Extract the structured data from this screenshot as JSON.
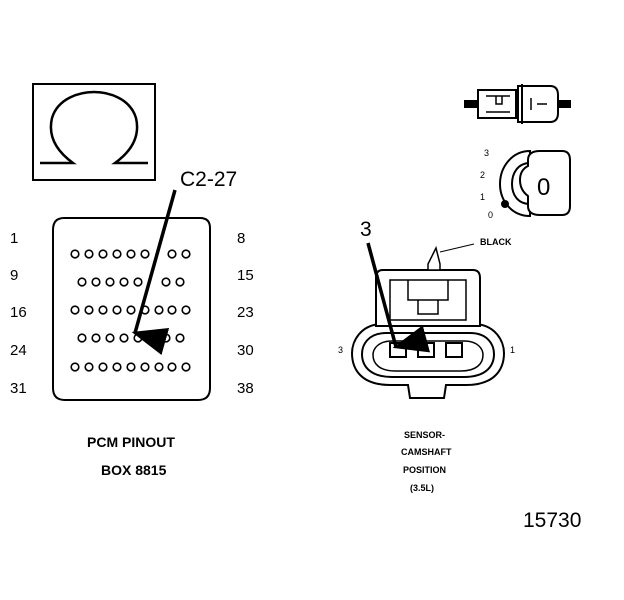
{
  "pcm": {
    "callout": "C2-27",
    "pins_left": [
      "1",
      "9",
      "16",
      "24",
      "31"
    ],
    "pins_right": [
      "8",
      "15",
      "23",
      "30",
      "38"
    ],
    "caption_line1": "PCM PINOUT",
    "caption_line2": "BOX 8815"
  },
  "sensor": {
    "callout_pin": "3",
    "wire_color_label": "BLACK",
    "terminal_left": "3",
    "terminal_right": "1",
    "caption_lines": [
      "SENSOR-",
      "CAMSHAFT",
      "POSITION",
      "(3.5L)"
    ]
  },
  "connector_view": {
    "cavity_numbers": [
      "3",
      "2",
      "1",
      "0"
    ],
    "face_symbol": "0"
  },
  "figure_number": "15730"
}
